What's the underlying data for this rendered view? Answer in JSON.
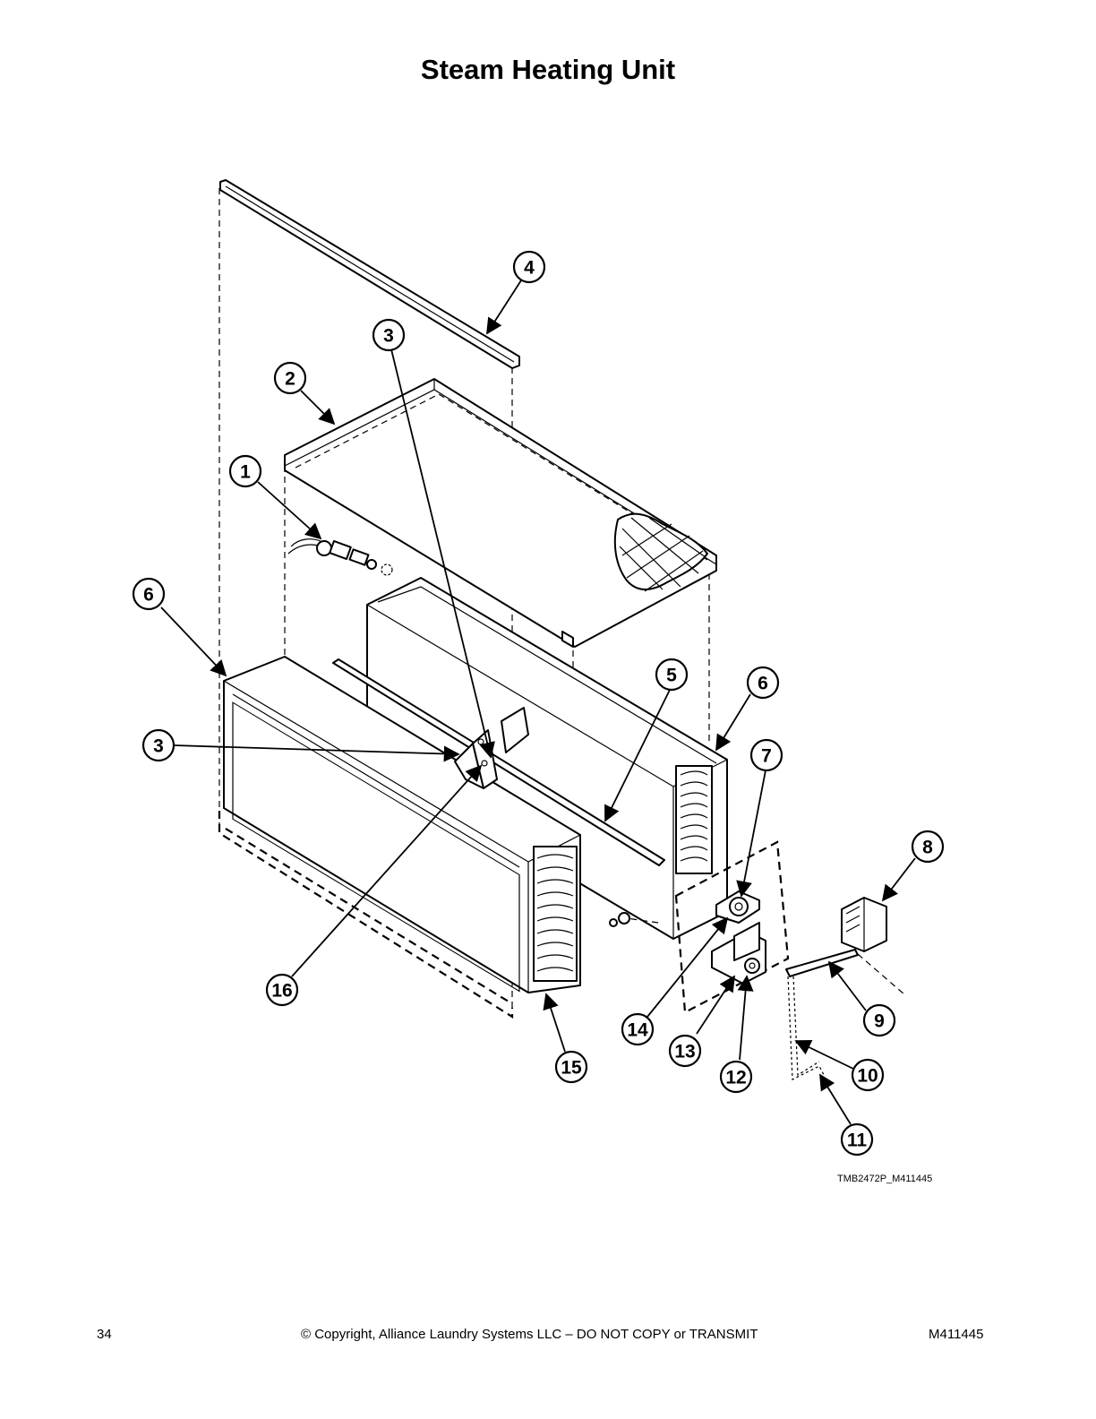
{
  "title": "Steam Heating Unit",
  "drawing_ref": "TMB2472P_M411445",
  "footer": {
    "page_number": "34",
    "copyright": "© Copyright, Alliance Laundry Systems LLC – DO NOT COPY or TRANSMIT",
    "doc_number": "M411445"
  },
  "callouts": [
    "4",
    "3",
    "2",
    "1",
    "6",
    "5",
    "6",
    "3",
    "7",
    "8",
    "16",
    "9",
    "14",
    "13",
    "10",
    "12",
    "15",
    "11"
  ]
}
